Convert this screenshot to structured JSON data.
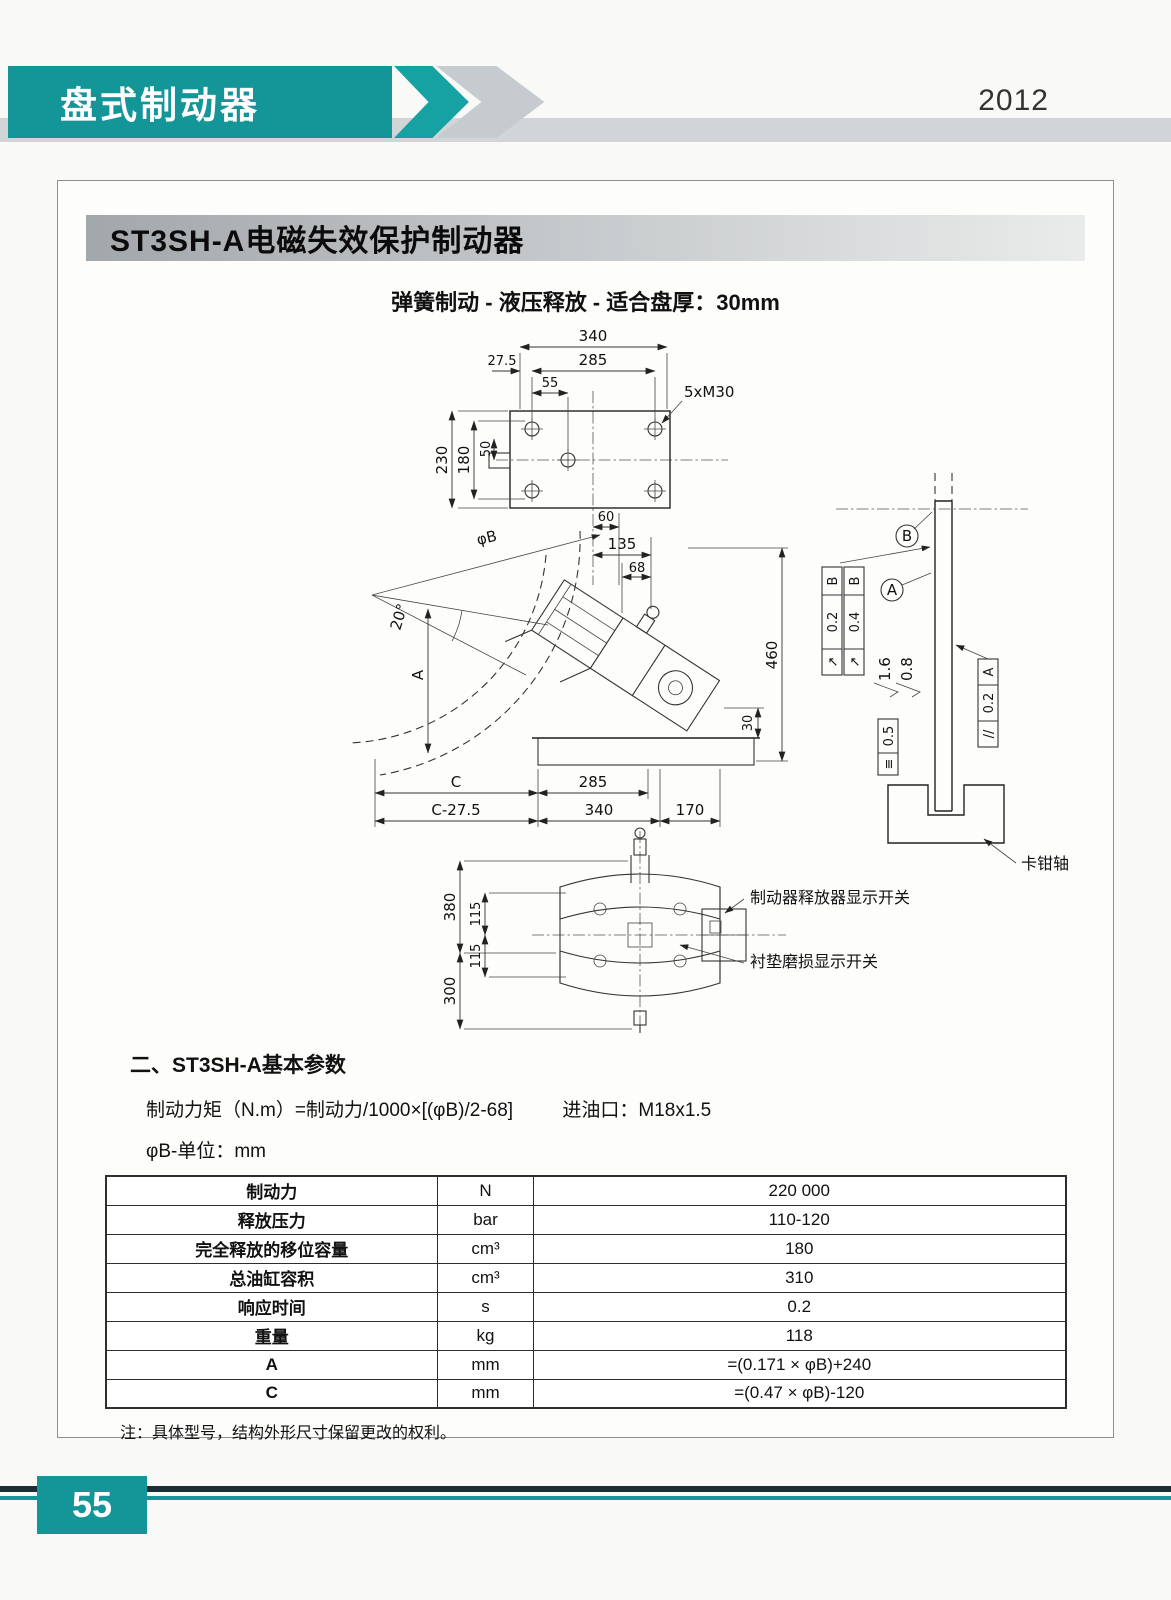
{
  "header": {
    "title": "盘式制动器",
    "year": "2012"
  },
  "doc": {
    "product_title": "ST3SH-A电磁失效保护制动器",
    "subtitle": "弹簧制动 - 液压释放 - 适合盘厚：30mm",
    "section_title": "二、ST3SH-A基本参数",
    "formula": "制动力矩（N.m）=制动力/1000×[(φB)/2-68]",
    "oil_port": "进油口：M18x1.5",
    "unit_note": "φB-单位：mm",
    "footnote": "注：具体型号，结构外形尺寸保留更改的权利。"
  },
  "drawing": {
    "dims": {
      "d340_top": "340",
      "d285_top": "285",
      "d27_5": "27.5",
      "d55": "55",
      "d230": "230",
      "d180": "180",
      "d50": "50",
      "bolts": "5xM30",
      "d60": "60",
      "d135": "135",
      "d68": "68",
      "phi_b": "φB",
      "a20": "20°",
      "dimA": "A",
      "d460": "460",
      "d30": "30",
      "dimC": "C",
      "d285_bot": "285",
      "dimC275": "C-27.5",
      "d340_bot": "340",
      "d170": "170",
      "d380": "380",
      "d300": "300",
      "d115_u": "115",
      "d115_l": "115"
    },
    "annotations": {
      "datum_a": "A",
      "datum_b": "B",
      "fin_16": "1.6",
      "fin_08": "0.8",
      "runout1_sym": "↗",
      "runout1_val": "0.2",
      "runout1_ref": "B",
      "runout2_sym": "↗",
      "runout2_val": "0.4",
      "runout2_ref": "B",
      "sym_sym": "≡",
      "sym_val": "0.5",
      "par_sym": "//",
      "par_val": "0.2",
      "par_ref": "A",
      "caliper_axis": "卡钳轴",
      "release_switch": "制动器释放器显示开关",
      "wear_switch": "衬垫磨损显示开关"
    }
  },
  "table": {
    "rows": [
      {
        "param": "制动力",
        "unit": "N",
        "value": "220 000"
      },
      {
        "param": "释放压力",
        "unit": "bar",
        "value": "110-120"
      },
      {
        "param": "完全释放的移位容量",
        "unit": "cm³",
        "value": "180"
      },
      {
        "param": "总油缸容积",
        "unit": "cm³",
        "value": "310"
      },
      {
        "param": "响应时间",
        "unit": "s",
        "value": "0.2"
      },
      {
        "param": "重量",
        "unit": "kg",
        "value": "118"
      },
      {
        "param": "A",
        "unit": "mm",
        "value": "=(0.171 × φB)+240"
      },
      {
        "param": "C",
        "unit": "mm",
        "value": "=(0.47 × φB)-120"
      }
    ]
  },
  "footer": {
    "page_number": "55"
  }
}
